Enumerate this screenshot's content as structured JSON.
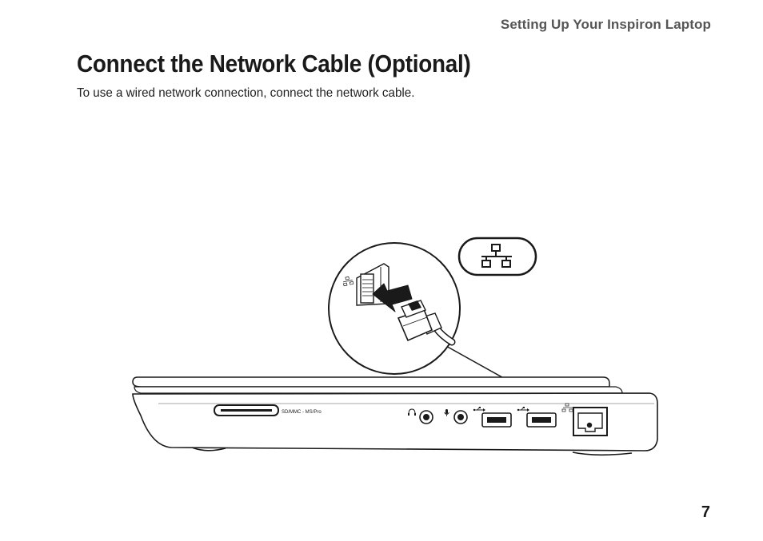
{
  "header": {
    "running_title": "Setting Up Your Inspiron Laptop"
  },
  "main": {
    "title": "Connect the Network Cable (Optional)",
    "intro": "To use a wired network connection, connect the network cable."
  },
  "illustration": {
    "card_slot_label": "SD/MMC - MS/Pro",
    "icons": [
      "network-icon",
      "headphone-icon",
      "microphone-icon",
      "usb-icon",
      "usb-icon",
      "network-port-icon"
    ]
  },
  "footer": {
    "page_number": "7"
  }
}
